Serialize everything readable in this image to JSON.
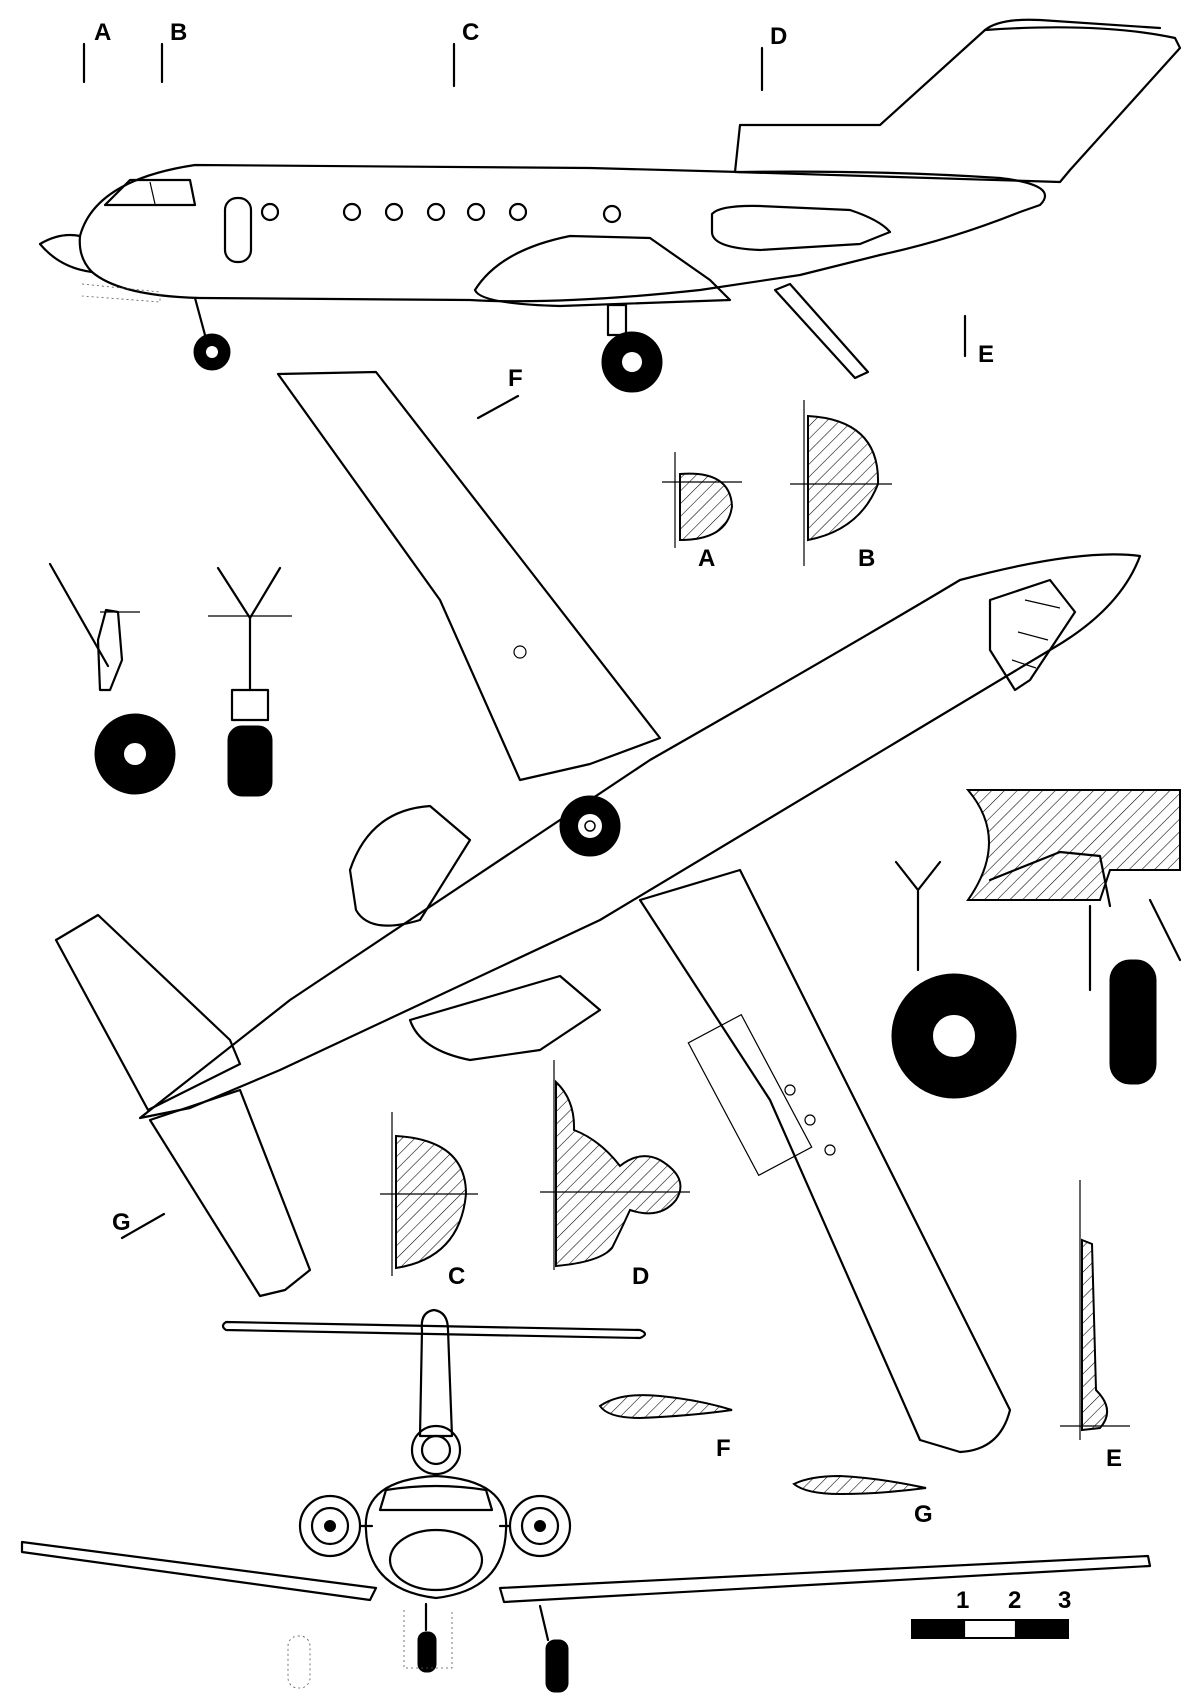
{
  "section_labels": {
    "a": "A",
    "b": "B",
    "c": "C",
    "d": "D",
    "e": "E",
    "f": "F",
    "g": "G"
  },
  "scale_bar": {
    "ticks": [
      "1",
      "2",
      "3"
    ]
  },
  "colors": {
    "ink": "#000000",
    "paper": "#ffffff"
  }
}
